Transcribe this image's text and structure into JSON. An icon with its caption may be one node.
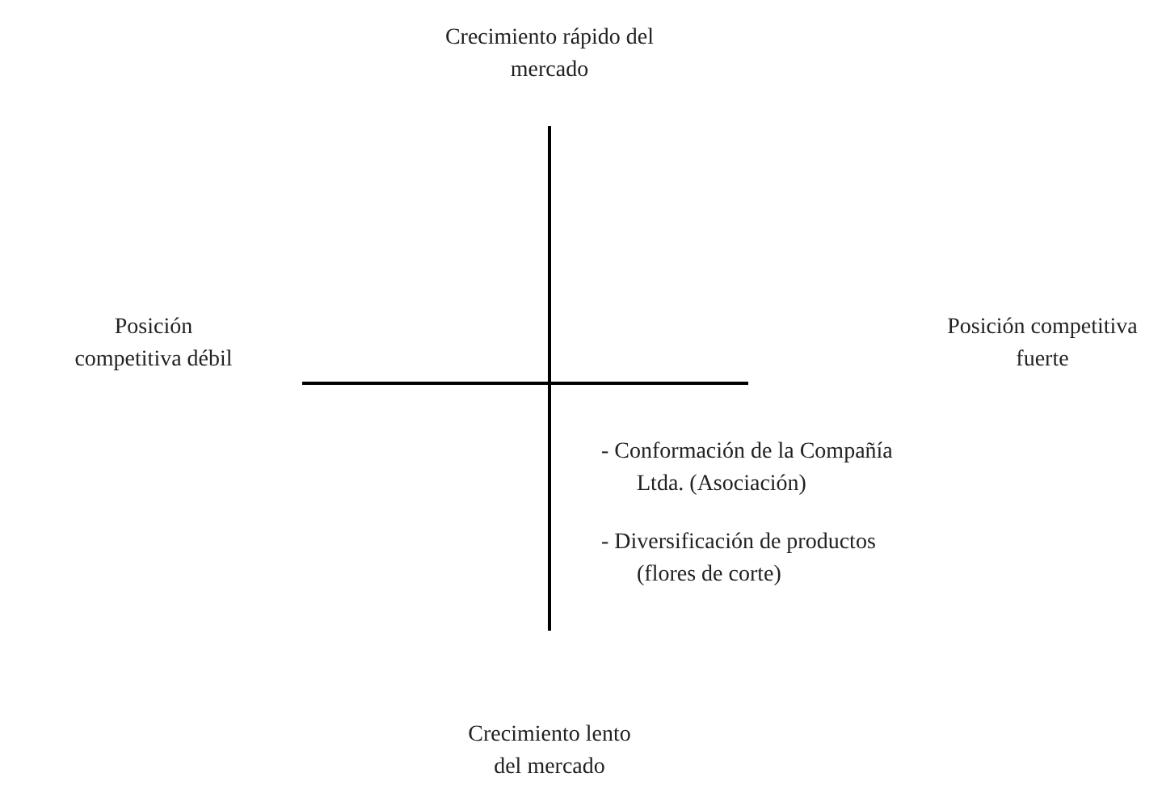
{
  "diagram": {
    "labels": [
      "Crecimiento rápido del mercado",
      "Posición competitiva débil",
      "Posición competitiva fuerte",
      "- Conformación de la Compañía Ltda. (Asociación)",
      "- Diversificación de productos (flores de corte)",
      "Crecimiento lento del mercado"
    ]
  }
}
